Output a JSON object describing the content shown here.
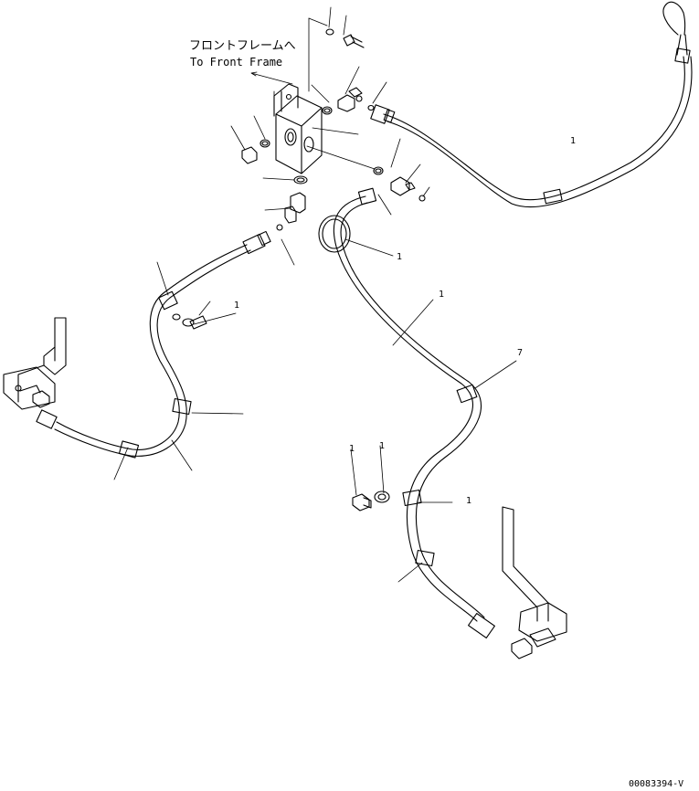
{
  "destination": {
    "japanese": "フロントフレームへ",
    "english": "To Front Frame"
  },
  "drawing_code": "00083394-V",
  "callouts": [
    "1",
    "1",
    "1",
    "1",
    "1",
    "1",
    "1",
    "7"
  ]
}
